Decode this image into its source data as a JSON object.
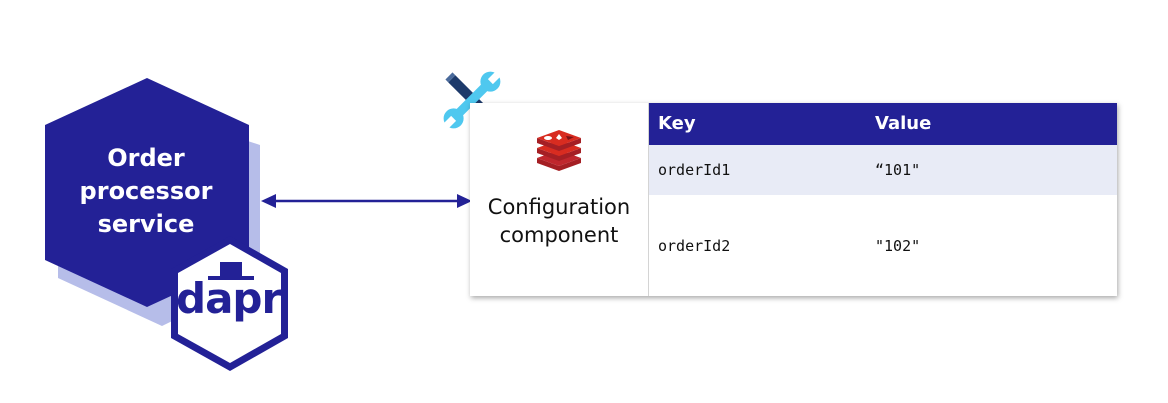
{
  "service": {
    "title_lines": [
      "Order",
      "processor",
      "service"
    ],
    "logo_text": "dapr"
  },
  "component": {
    "label_lines": [
      "Configuration",
      "component"
    ]
  },
  "table": {
    "headers": {
      "key": "Key",
      "value": "Value"
    },
    "rows": [
      {
        "key": "orderId1",
        "value": "“101\""
      },
      {
        "key": "orderId2",
        "value": "\"102\""
      }
    ]
  },
  "colors": {
    "primary": "#232196",
    "hex_shadow": "#b6bde9",
    "row_stripe": "#e8ebf6",
    "redis_red": "#c0272d",
    "tools_blue": "#4fc8ef",
    "pencil_navy": "#1d3a6b"
  },
  "icons": [
    "tools-icon",
    "redis-icon",
    "top-hat-icon",
    "bidirectional-arrow"
  ]
}
